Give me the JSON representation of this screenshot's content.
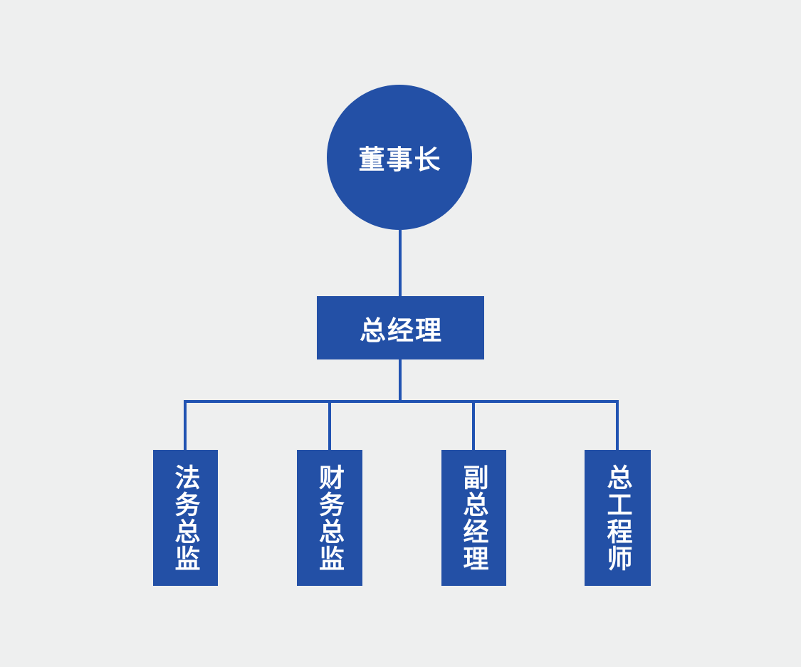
{
  "diagram": {
    "type": "org-chart",
    "root": {
      "label": "董事长",
      "shape": "circle"
    },
    "manager": {
      "label": "总经理",
      "shape": "rectangle"
    },
    "children": [
      {
        "label": "法务总监",
        "shape": "vertical-rectangle"
      },
      {
        "label": "财务总监",
        "shape": "vertical-rectangle"
      },
      {
        "label": "副总经理",
        "shape": "vertical-rectangle"
      },
      {
        "label": "总工程师",
        "shape": "vertical-rectangle"
      }
    ]
  },
  "colors": {
    "background": "#eeefef",
    "node_fill": "#2350a6",
    "connector": "#2153b2",
    "text": "#ffffff"
  }
}
